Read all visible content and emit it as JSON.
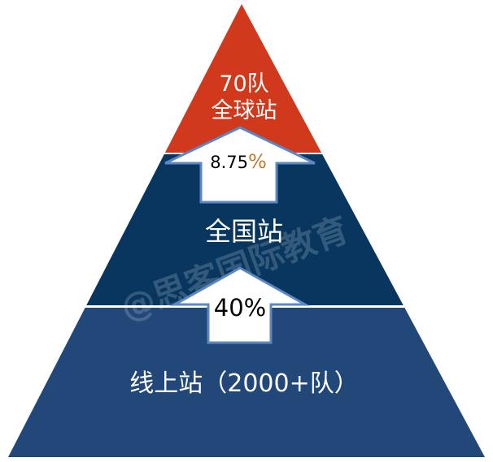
{
  "tiers": {
    "top": {
      "line1": "70队",
      "line2": "全球站",
      "color": "#d0391b"
    },
    "middle": {
      "label": "全国站",
      "color": "#08365e"
    },
    "bottom": {
      "label": "线上站（2000+队）",
      "color": "#224779"
    }
  },
  "arrows": {
    "upper": {
      "number": "8.75",
      "percent": "%"
    },
    "lower": {
      "label": "40%"
    }
  },
  "watermark": "@思客国际教育",
  "colors": {
    "arrow_border": "#5b87c2",
    "percent_accent": "#c07a2a"
  }
}
